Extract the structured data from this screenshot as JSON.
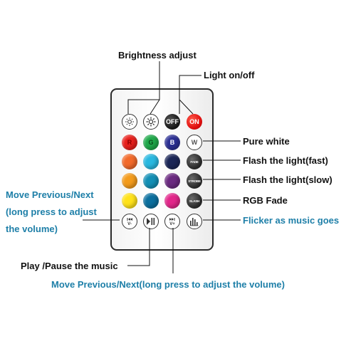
{
  "remote": {
    "rows": [
      [
        {
          "icon": "sun-dim-icon",
          "style": "white"
        },
        {
          "icon": "sun-bright-icon",
          "style": "white"
        },
        {
          "text": "OFF",
          "style": "black"
        },
        {
          "text": "ON",
          "style": "red"
        }
      ],
      [
        {
          "text": "R",
          "color": "#e8201c",
          "textColor": "#8a0000"
        },
        {
          "text": "G",
          "color": "#1fa84a",
          "textColor": "#0a4a1a"
        },
        {
          "text": "B",
          "color": "#2b2f93",
          "textColor": "#ffffff"
        },
        {
          "text": "W",
          "style": "white"
        }
      ],
      [
        {
          "color": "#f26a2a"
        },
        {
          "color": "#29b8e0"
        },
        {
          "color": "#1b2657"
        },
        {
          "text": "FADE",
          "style": "grey"
        }
      ],
      [
        {
          "color": "#f39b1b"
        },
        {
          "color": "#138fb5"
        },
        {
          "color": "#6b2a80"
        },
        {
          "text": "STROBE",
          "style": "grey"
        }
      ],
      [
        {
          "color": "#ffe21a"
        },
        {
          "color": "#0b6f9e"
        },
        {
          "color": "#e2268a"
        },
        {
          "text": "SLASH",
          "style": "grey"
        }
      ],
      [
        {
          "icon": "prev-icon",
          "text": "V-",
          "style": "white"
        },
        {
          "icon": "play-pause-icon",
          "style": "white"
        },
        {
          "icon": "next-icon",
          "text": "V+",
          "style": "white"
        },
        {
          "icon": "equalizer-icon",
          "style": "white"
        }
      ]
    ]
  },
  "labels": {
    "brightness": "Brightness adjust",
    "light_onoff": "Light on/off",
    "pure_white": "Pure white",
    "flash_fast": "Flash the light(fast)",
    "flash_slow": "Flash the light(slow)",
    "rgb_fade": "RGB Fade",
    "flicker": "Flicker as music goes",
    "play_pause": "Play /Pause the music",
    "move_bottom": "Move Previous/Next(long press to adjust the volume)",
    "move_left": [
      "Move Previous/Next",
      "(long press to adjust",
      "the volume)"
    ]
  },
  "colors": {
    "label_black": "#111111",
    "label_blue": "#1e7fa8",
    "leader_line": "#111111"
  }
}
